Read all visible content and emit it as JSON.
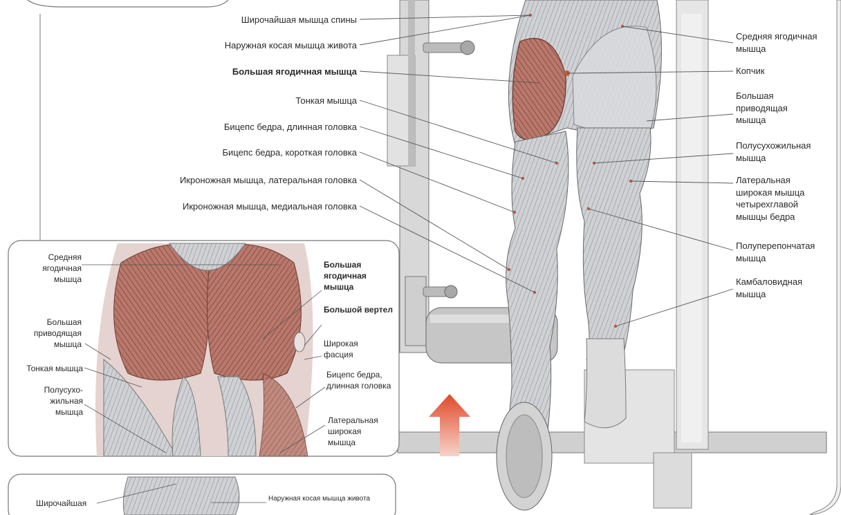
{
  "colors": {
    "muscle_red": "#a9645a",
    "muscle_gray": "#c9cbcf",
    "machine_gray": "#b8b8b8",
    "arrow": "#e04a2b",
    "leader": "#555555",
    "panel_border": "#777777"
  },
  "top_left_labels": [
    "Широчайшая мышца спины",
    "Наружная косая мышца живота",
    "Большая ягодичная мышца",
    "Тонкая мышца",
    "Бицепс бедра, длинная головка",
    "Бицепс бедра, короткая головка",
    "Икроножная мышца, латеральная головка",
    "Икроножная мышца, медиальная головка"
  ],
  "right_labels": [
    "Средняя ягодичная мышца",
    "Копчик",
    "Большая приводящая мышца",
    "Полусухожильная мышца",
    "Латеральная широкая мышца четырехглавой мышцы бедра",
    "Полуперепончатая мышца",
    "Камбаловидная мышца"
  ],
  "inset": {
    "left_labels": [
      "Средняя ягодичная мышца",
      "Большая приводящая мышца",
      "Тонкая мышца",
      "Полусухо-жильная мышца"
    ],
    "right_labels": [
      "Большая ягодичная мышца",
      "Большой вертел",
      "Широкая фасция",
      "Бицепс бедра, длинная головка",
      "Латеральная широкая мышца"
    ]
  },
  "bottom_inset": {
    "left_label": "Широчайшая",
    "right_label": "Наружная косая мышца живота"
  }
}
